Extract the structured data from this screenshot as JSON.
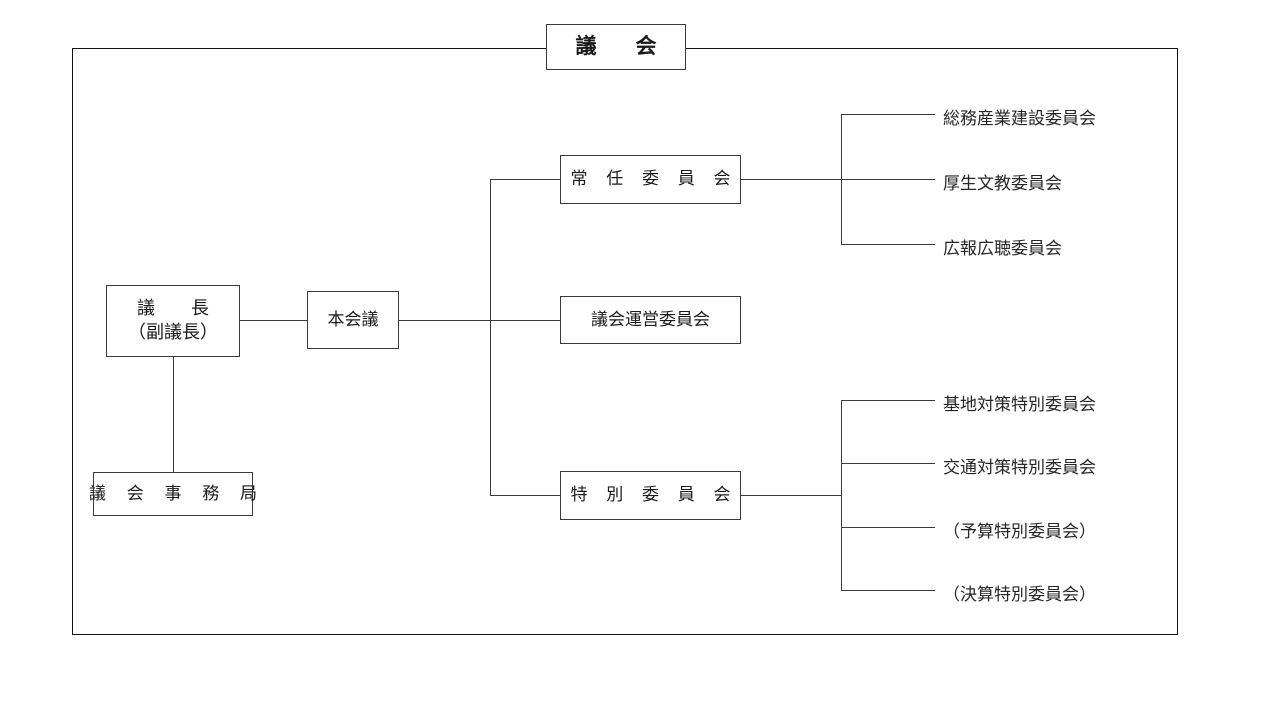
{
  "diagram": {
    "type": "organization-chart",
    "title": "議　会",
    "nodes": {
      "root": {
        "label": "議　会"
      },
      "chairperson": {
        "line1": "議　長",
        "line2": "（副議長）"
      },
      "secretariat": {
        "label": "議 会 事 務 局"
      },
      "plenary": {
        "label": "本会議"
      },
      "standing_committee": {
        "label": "常 任 委 員 会"
      },
      "steering_committee": {
        "label": "議会運営委員会"
      },
      "special_committee": {
        "label": "特 別 委 員 会"
      }
    },
    "standing_committees": [
      {
        "label": "総務産業建設委員会"
      },
      {
        "label": "厚生文教委員会"
      },
      {
        "label": "広報広聴委員会"
      }
    ],
    "special_committees": [
      {
        "label": "基地対策特別委員会"
      },
      {
        "label": "交通対策特別委員会"
      },
      {
        "label": "（予算特別委員会）"
      },
      {
        "label": "（決算特別委員会）"
      }
    ],
    "colors": {
      "frame": "#111111",
      "box_border": "#3a3a3a",
      "line": "#3a3a3a",
      "text": "#1a1a1a",
      "background": "#ffffff"
    }
  }
}
